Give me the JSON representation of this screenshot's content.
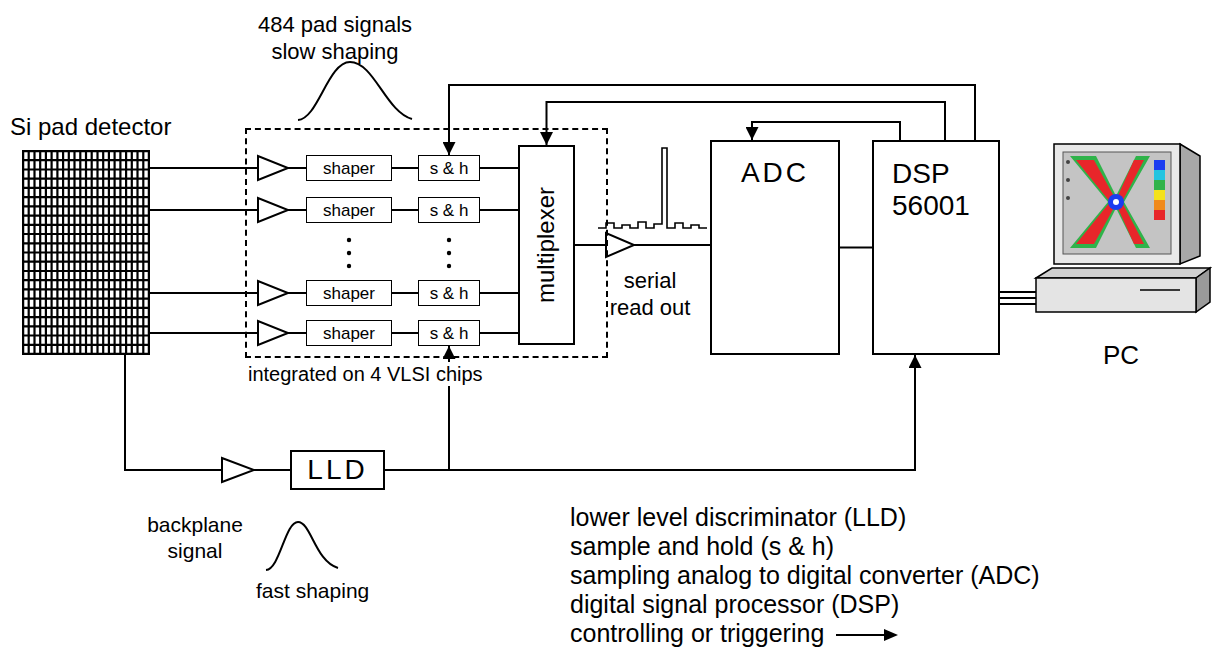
{
  "diagram": {
    "nodes": [
      {
        "text": [
          "Si pad detector"
        ]
      },
      {
        "text": [
          "integrated on 4 VLSI chips"
        ]
      },
      {
        "text": [
          "shaper"
        ],
        "in": 1
      },
      {
        "text": [
          "shaper"
        ],
        "in": 1
      },
      {
        "text": [
          "shaper"
        ],
        "in": 1
      },
      {
        "text": [
          "shaper"
        ],
        "in": 1
      },
      {
        "text": [
          "s & h"
        ],
        "in": 1
      },
      {
        "text": [
          "s & h"
        ],
        "in": 1
      },
      {
        "text": [
          "s & h"
        ],
        "in": 1
      },
      {
        "text": [
          "s & h"
        ],
        "in": 1
      },
      {
        "text": [
          "multiplexer"
        ],
        "in": 1
      },
      {
        "text": [
          "ADC"
        ]
      },
      {
        "text": [
          "DSP 56001"
        ]
      },
      {
        "text": [
          "PC"
        ]
      },
      {
        "text": [
          "LLD"
        ]
      }
    ],
    "edges": [
      {
        "from": 0,
        "to": 2,
        "arrow": "none"
      },
      {
        "from": 0,
        "to": 3,
        "arrow": "none"
      },
      {
        "from": 0,
        "to": 4,
        "arrow": "none"
      },
      {
        "from": 0,
        "to": 5,
        "arrow": "none"
      },
      {
        "from": 0,
        "to": 14,
        "arrow": "none"
      },
      {
        "from": 2,
        "to": 6,
        "arrow": "none"
      },
      {
        "from": 3,
        "to": 7,
        "arrow": "none"
      },
      {
        "from": 4,
        "to": 8,
        "arrow": "none"
      },
      {
        "from": 5,
        "to": 9,
        "arrow": "none"
      },
      {
        "from": 6,
        "to": 10,
        "arrow": "none"
      },
      {
        "from": 7,
        "to": 10,
        "arrow": "none"
      },
      {
        "from": 8,
        "to": 10,
        "arrow": "none"
      },
      {
        "from": 9,
        "to": 10,
        "arrow": "none"
      },
      {
        "from": 10,
        "to": 11,
        "arrow": "none"
      },
      {
        "from": 11,
        "to": 12,
        "arrow": "none"
      },
      {
        "from": 12,
        "to": 13,
        "arrow": "none"
      },
      {
        "from": 12,
        "to": 6,
        "arrow": "to"
      },
      {
        "from": 12,
        "to": 10,
        "arrow": "to"
      },
      {
        "from": 12,
        "to": 11,
        "arrow": "to"
      },
      {
        "from": 14,
        "to": 9,
        "arrow": "to"
      },
      {
        "from": 14,
        "to": 12,
        "arrow": "to"
      }
    ],
    "labels": [
      "484 pad signals slow shaping",
      "serial read out",
      "backplane signal",
      "fast shaping"
    ],
    "legend": [
      {
        "text": "lower level discriminator (LLD)"
      },
      {
        "text": "sample and hold (s & h)"
      },
      {
        "text": "sampling analog to digital converter (ADC)"
      },
      {
        "text": "digital signal processor (DSP)"
      },
      {
        "text": "controlling or triggering"
      }
    ]
  }
}
